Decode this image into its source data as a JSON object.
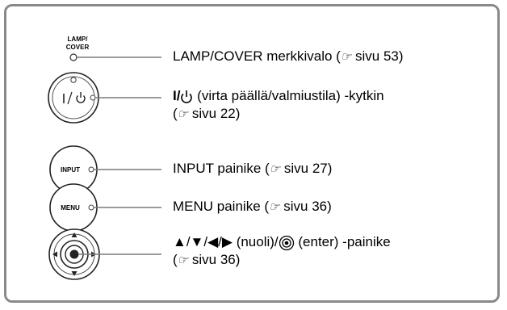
{
  "diagram": {
    "lamp_indicator_label_line1": "LAMP/",
    "lamp_indicator_label_line2": "COVER",
    "power_button_label": "I / ⏻",
    "input_button_label": "INPUT",
    "menu_button_label": "MENU"
  },
  "callouts": {
    "lamp": {
      "text_before": "LAMP/COVER merkkivalo (",
      "page_ref": "sivu 53",
      "text_after": ")"
    },
    "power": {
      "prefix": "I/",
      "text_before": " (virta päällä/valmiustila) -kytkin",
      "line2_before": "(",
      "page_ref": "sivu 22",
      "text_after": ")"
    },
    "input": {
      "text_before": "INPUT painike (",
      "page_ref": "sivu 27",
      "text_after": ")"
    },
    "menu": {
      "text_before": "MENU painike (",
      "page_ref": "sivu 36",
      "text_after": ")"
    },
    "arrows": {
      "arrows_text": "▲/▼/◀/▶",
      "text_middle": " (nuoli)/",
      "text_after": " (enter) -painike",
      "line2_before": "(",
      "page_ref": "sivu 36",
      "line2_after": ")"
    }
  },
  "icons": {
    "reference": "pointing-hand-reference-icon",
    "power": "power-standby-icon",
    "enter": "enter-target-icon"
  },
  "colors": {
    "border": "#8a8a8a",
    "line": "#7a7a7a"
  }
}
